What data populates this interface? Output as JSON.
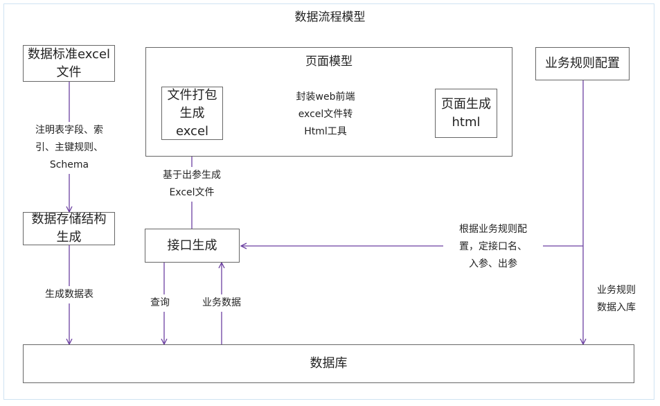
{
  "diagram": {
    "title": "数据流程模型",
    "nodes": {
      "excel_standard": "数据标准excel\n文件",
      "storage_gen": "数据存储结构\n生成",
      "page_model": "页面模型",
      "file_pack": "文件打包\n生成\nexcel",
      "page_gen": "页面生成\nhtml",
      "api_gen": "接口生成",
      "biz_rules": "业务规则配置",
      "database": "数据库"
    },
    "edges": {
      "excel_to_storage": "注明表字段、索\n引、主键规则、\nSchema",
      "storage_to_db": "生成数据表",
      "pack_to_page": "封装web前端\nexcel文件转\nHtml工具",
      "api_to_pack": "基于出参生成\nExcel文件",
      "rules_to_api": "根据业务规则配\n置，定接口名、\n入参、出参",
      "rules_to_db": "业务规则\n数据入库",
      "api_query": "查询",
      "db_to_api": "业务数据"
    },
    "colors": {
      "line": "#6b3fa0",
      "border": "#666666",
      "frame": "#cfe3f2"
    }
  }
}
